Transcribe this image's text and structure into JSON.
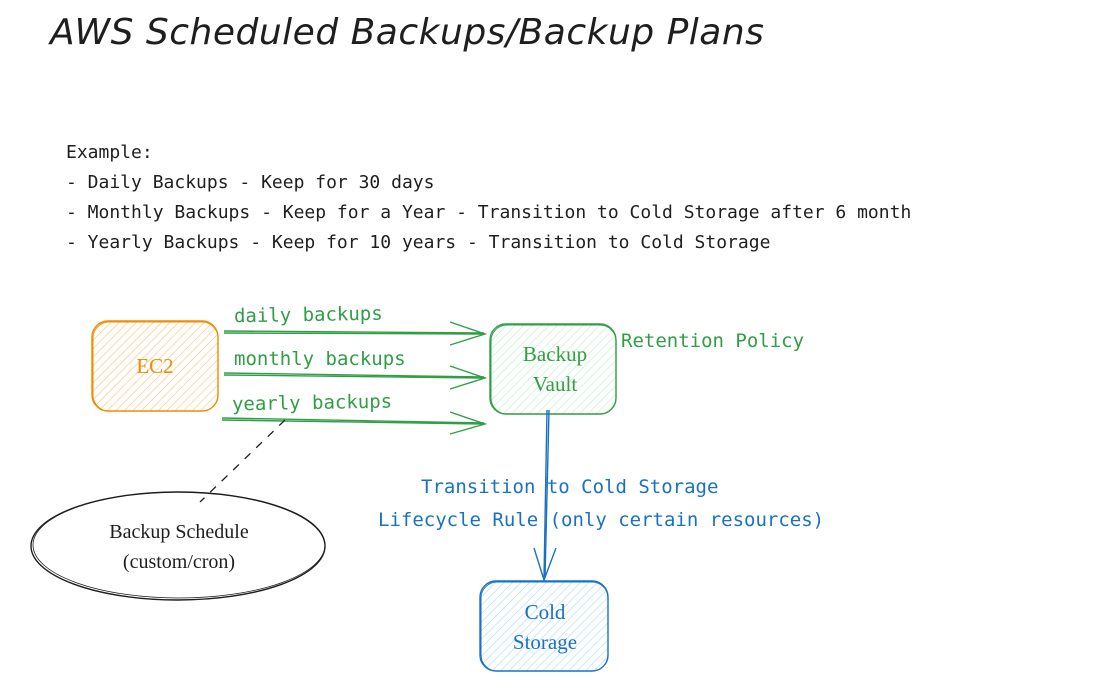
{
  "title": "AWS Scheduled Backups/Backup Plans",
  "example": {
    "heading": "Example:",
    "items": [
      "- Daily Backups - Keep for 30 days",
      "- Monthly Backups - Keep for a Year - Transition to Cold Storage after 6 month",
      "- Yearly Backups - Keep for 10 years - Transition to Cold Storage"
    ]
  },
  "nodes": {
    "ec2": "EC2",
    "vault": [
      "Backup",
      "Vault"
    ],
    "cold_storage": [
      "Cold",
      "Storage"
    ],
    "schedule": [
      "Backup Schedule",
      "(custom/cron)"
    ]
  },
  "edges": {
    "daily": "daily backups",
    "monthly": "monthly backups",
    "yearly": "yearly backups",
    "retention": "Retention Policy",
    "transition": "Transition to Cold Storage",
    "lifecycle": "Lifecycle Rule (only certain resources)"
  },
  "colors": {
    "ec2": "#f08c00",
    "vault": "#2f9e44",
    "cold_storage": "#1971c2",
    "text": "#1e1e1e"
  }
}
